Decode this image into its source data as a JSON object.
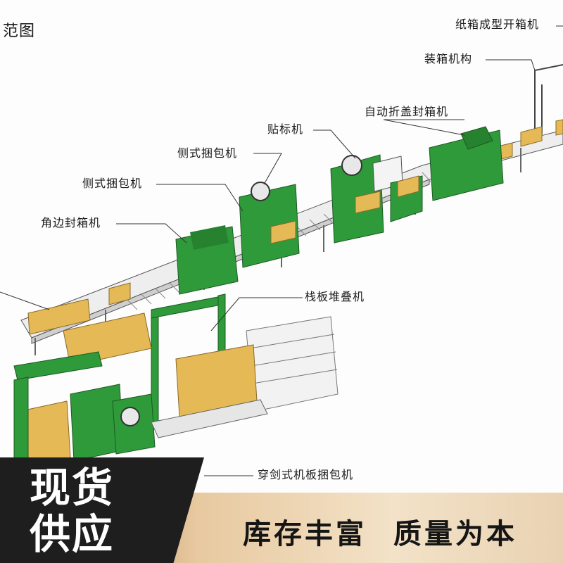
{
  "title_fragment": "范图",
  "labels": {
    "carton_erector": "纸箱成型开箱机",
    "case_packer": "装箱机构",
    "auto_flap_sealer": "自动折盖封箱机",
    "labeler": "贴标机",
    "side_strapper_1": "侧式捆包机",
    "side_strapper_2": "侧式捆包机",
    "corner_sealer": "角边封箱机",
    "pallet_stacker": "栈板堆叠机",
    "pallet_strapper": "穿剑式机板捆包机"
  },
  "banner": {
    "left_line1": "现货",
    "left_line2": "供应",
    "right_part1": "库存丰富",
    "right_part2": "质量为本"
  },
  "colors": {
    "machine_green": "#2f9a3a",
    "box_yellow": "#e5b955",
    "banner_dark": "#1e1e1e"
  }
}
